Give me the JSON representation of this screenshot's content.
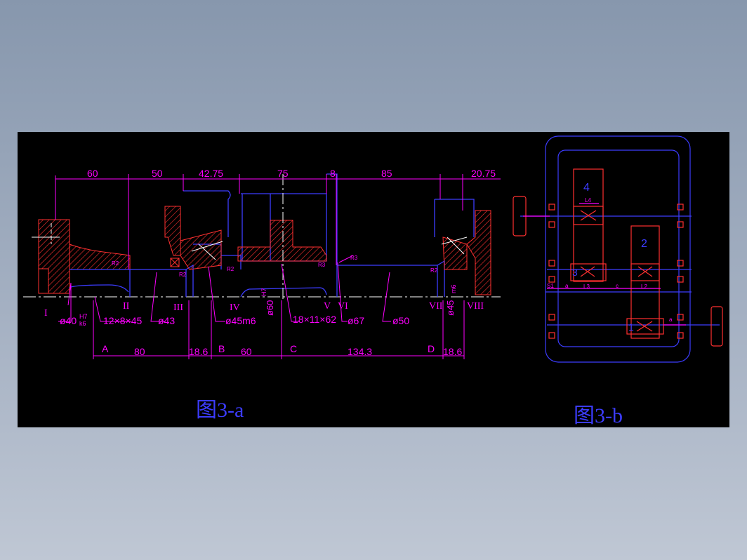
{
  "colors": {
    "background": "#000000",
    "dimension": "#ff00ff",
    "outline": "#3c3cff",
    "section": "#ff3030",
    "hatch": "#ff3030",
    "centerline": "#ffffff",
    "caption": "#3c3cff",
    "page_gradient_top": "#8797ad",
    "page_gradient_bottom": "#bfc7d4"
  },
  "fig_a": {
    "caption": "图3-a",
    "top_dims": [
      "60",
      "50",
      "42.75",
      "75",
      "8",
      "85",
      "20.75"
    ],
    "bottom_dims": [
      "80",
      "18.6",
      "60",
      "134.3",
      "18.6"
    ],
    "point_labels": [
      "A",
      "B",
      "C",
      "D"
    ],
    "section_labels": [
      "I",
      "II",
      "III",
      "IV",
      "V",
      "VI",
      "VII",
      "VIII"
    ],
    "callouts": [
      "ø40",
      "H7",
      "k6",
      "12×8×45",
      "ø43",
      "ø45m6",
      "18×11×62",
      "ø67",
      "ø50"
    ],
    "vertical_callouts": [
      "ø60",
      "H7",
      "ø45",
      "m6"
    ],
    "radii": [
      "R2",
      "R2",
      "R2",
      "R3",
      "R3",
      "R2"
    ]
  },
  "fig_b": {
    "caption": "图3-b",
    "gear_numbers": [
      "4",
      "2",
      "3",
      "1"
    ],
    "lengths": [
      "L4",
      "L3",
      "L2"
    ],
    "small_labels": [
      "S1",
      "a",
      "c",
      "a"
    ]
  }
}
